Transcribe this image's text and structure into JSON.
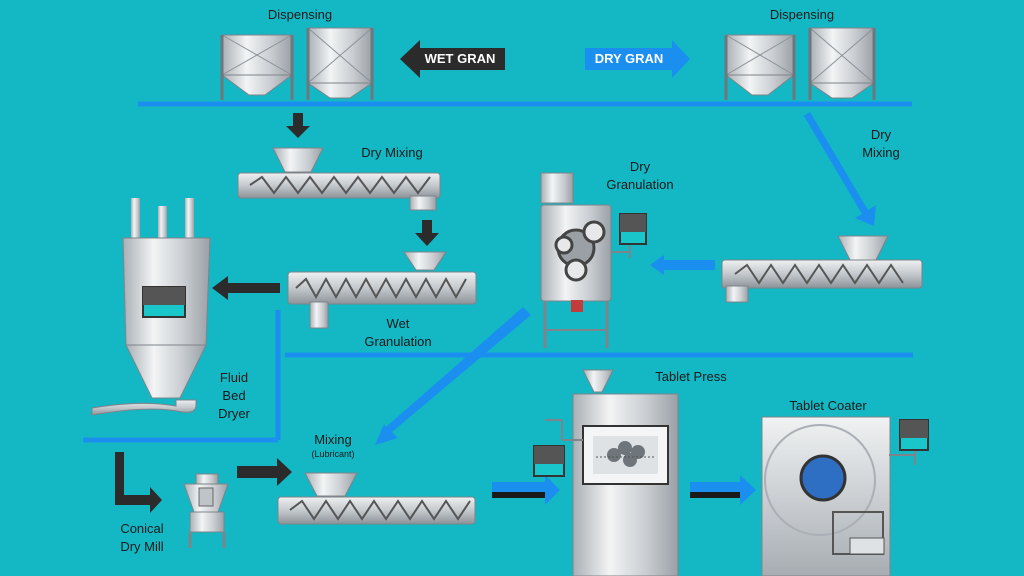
{
  "labels": {
    "dispensing_left": "Dispensing",
    "dispensing_right": "Dispensing",
    "wet_gran": "WET GRAN",
    "dry_gran": "DRY GRAN",
    "dry_mixing_top": "Dry Mixing",
    "dry_mixing_right": [
      "Dry",
      "Mixing"
    ],
    "dry_granulation": [
      "Dry",
      "Granulation"
    ],
    "wet_granulation": [
      "Wet",
      "Granulation"
    ],
    "fluid_bed_dryer": [
      "Fluid",
      "Bed",
      "Dryer"
    ],
    "mixing": "Mixing",
    "mixing_sub": "(Lubricant)",
    "conical_dry_mill": [
      "Conical",
      "Dry Mill"
    ],
    "tablet_press": "Tablet Press",
    "tablet_coater": "Tablet Coater"
  },
  "colors": {
    "background": "#13b8c4",
    "flow_blue": "#1b8ff0",
    "flow_dark": "#2b2b2b",
    "equipment": "#d6dadd",
    "screen_fill": "#19c6c9"
  },
  "icons": [
    "hopper-icon",
    "screw-conveyor-icon",
    "roller-compactor-icon",
    "fluid-bed-dryer-icon",
    "conical-mill-icon",
    "tablet-press-icon",
    "tablet-coater-icon",
    "control-panel-icon"
  ]
}
